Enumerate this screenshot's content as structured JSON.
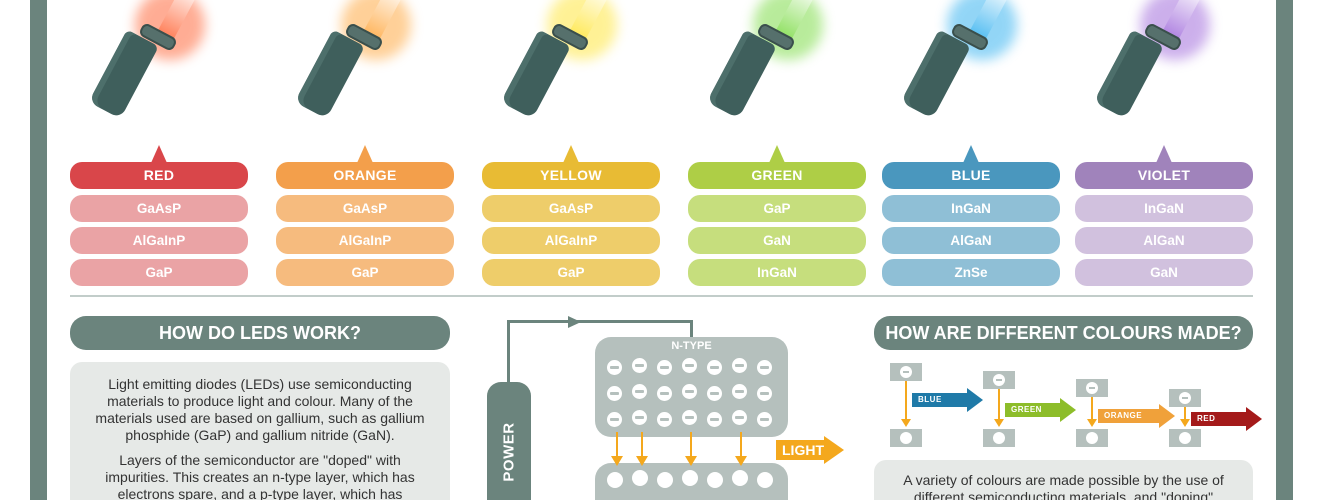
{
  "colours": [
    {
      "name": "RED",
      "accent": "#d9464a",
      "light": "#eaa3a5",
      "glow": "#ff6a3d",
      "materials": [
        "GaAsP",
        "AlGaInP",
        "GaP"
      ]
    },
    {
      "name": "ORANGE",
      "accent": "#f39f4b",
      "light": "#f6bb7e",
      "glow": "#ffaa44",
      "materials": [
        "GaAsP",
        "AlGaInP",
        "GaP"
      ]
    },
    {
      "name": "YELLOW",
      "accent": "#e8bb34",
      "light": "#eecd6a",
      "glow": "#ffe640",
      "materials": [
        "GaAsP",
        "AlGaInP",
        "GaP"
      ]
    },
    {
      "name": "GREEN",
      "accent": "#aece46",
      "light": "#c6de7d",
      "glow": "#7fdc4a",
      "materials": [
        "GaP",
        "GaN",
        "InGaN"
      ]
    },
    {
      "name": "BLUE",
      "accent": "#4a97be",
      "light": "#8fbfd6",
      "glow": "#3ab4f0",
      "materials": [
        "InGaN",
        "AlGaN",
        "ZnSe"
      ]
    },
    {
      "name": "VIOLET",
      "accent": "#a083bb",
      "light": "#d1c1de",
      "glow": "#a36fdc",
      "materials": [
        "InGaN",
        "AlGaN",
        "GaN"
      ]
    }
  ],
  "how_work": {
    "title": "HOW DO LEDS WORK?",
    "paragraphs": [
      "Light emitting diodes (LEDs) use semiconducting materials to produce light and colour. Many of the materials used are based on gallium, such as gallium phosphide (GaP) and gallium nitride (GaN).",
      "Layers of the semiconductor are \"doped\" with impurities. This creates an n-type layer, which has electrons spare, and a p-type layer, which has"
    ]
  },
  "diagram": {
    "power_label": "POWER",
    "ntype_label": "N-TYPE",
    "light_label": "LIGHT"
  },
  "how_colours": {
    "title": "HOW ARE DIFFERENT COLOURS MADE?",
    "arrows": [
      {
        "label": "BLUE",
        "color": "#1f7aa8"
      },
      {
        "label": "GREEN",
        "color": "#8dbd2a"
      },
      {
        "label": "ORANGE",
        "color": "#f0a13a"
      },
      {
        "label": "RED",
        "color": "#a41a1a"
      }
    ],
    "text": "A variety of colours are made possible by the use of different semiconducting materials, and \"doping\""
  }
}
